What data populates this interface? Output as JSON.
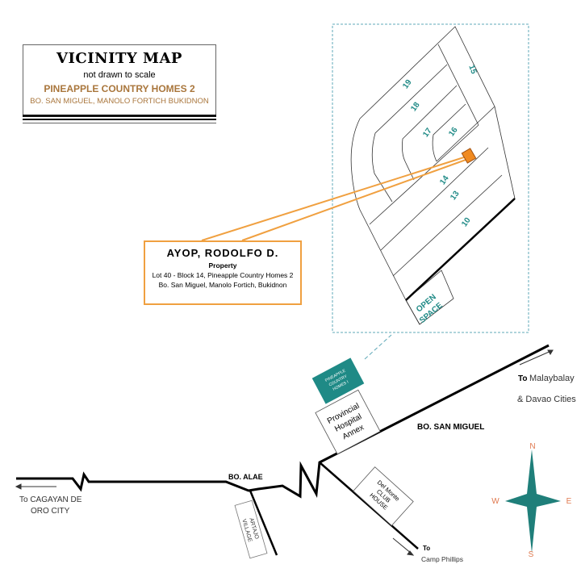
{
  "title": {
    "heading": "VICINITY MAP",
    "note": "not drawn to scale",
    "subdivision": "PINEAPPLE COUNTRY HOMES  2",
    "location": "BO. SAN MIGUEL, MANOLO FORTICH BUKIDNON"
  },
  "owner": {
    "name": "AYOP, RODOLFO D.",
    "type": "Property",
    "lot": "Lot 40 - Block 14, Pineapple Country Homes 2",
    "address": "Bo. San Miguel, Manolo Fortich, Bukidnon"
  },
  "blocks": [
    "19",
    "18",
    "17",
    "16",
    "15",
    "14",
    "13",
    "10"
  ],
  "open_space": [
    "OPEN",
    "SPACE"
  ],
  "landmarks": {
    "pineapple": [
      "PINEAPPLE",
      "COUNTRY",
      "HOMES I"
    ],
    "hospital": [
      "Provincial",
      "Hospital",
      "Annex"
    ],
    "delmonte": [
      "Del Monte",
      "CLUB",
      "HOUSE"
    ],
    "artajo": [
      "ARTAJO",
      "VILLAGE"
    ]
  },
  "places": {
    "san_miguel": "BO. SAN MIGUEL",
    "alae": "BO. ALAE",
    "to_malaybalay_prefix": "To",
    "to_malaybalay": "Malaybalay",
    "davao": "& Davao Cities",
    "cagayan_1": "To CAGAYAN DE",
    "cagayan_2": "ORO CITY",
    "camp_prefix": "To",
    "camp": "Camp Phillips"
  },
  "compass": {
    "n": "N",
    "s": "S",
    "e": "E",
    "w": "W"
  },
  "colors": {
    "teal": "#1f8a86",
    "orange": "#f0a040",
    "brown": "#a9763c",
    "compass_label": "#e07a50"
  }
}
